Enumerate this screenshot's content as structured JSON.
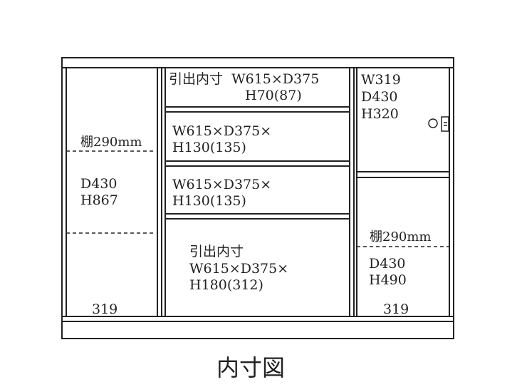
{
  "left_compartment": {
    "shelf_label": "棚290mm",
    "depth": "D430",
    "height": "H867",
    "width": "319"
  },
  "drawers": [
    {
      "line1": "引出内寸  W615×D375",
      "line2": "H70(87)"
    },
    {
      "line1": "W615×D375×",
      "line2": "H130(135)"
    },
    {
      "line1": "W615×D375×",
      "line2": "H130(135)"
    },
    {
      "line0": "引出内寸",
      "line1": "W615×D375×",
      "line2": "H180(312)"
    }
  ],
  "right_top": {
    "width": "W319",
    "depth": "D430",
    "height": "H320"
  },
  "right_bottom": {
    "shelf_label": "棚290mm",
    "depth": "D430",
    "height": "H490",
    "width": "319"
  },
  "caption": "内寸図"
}
